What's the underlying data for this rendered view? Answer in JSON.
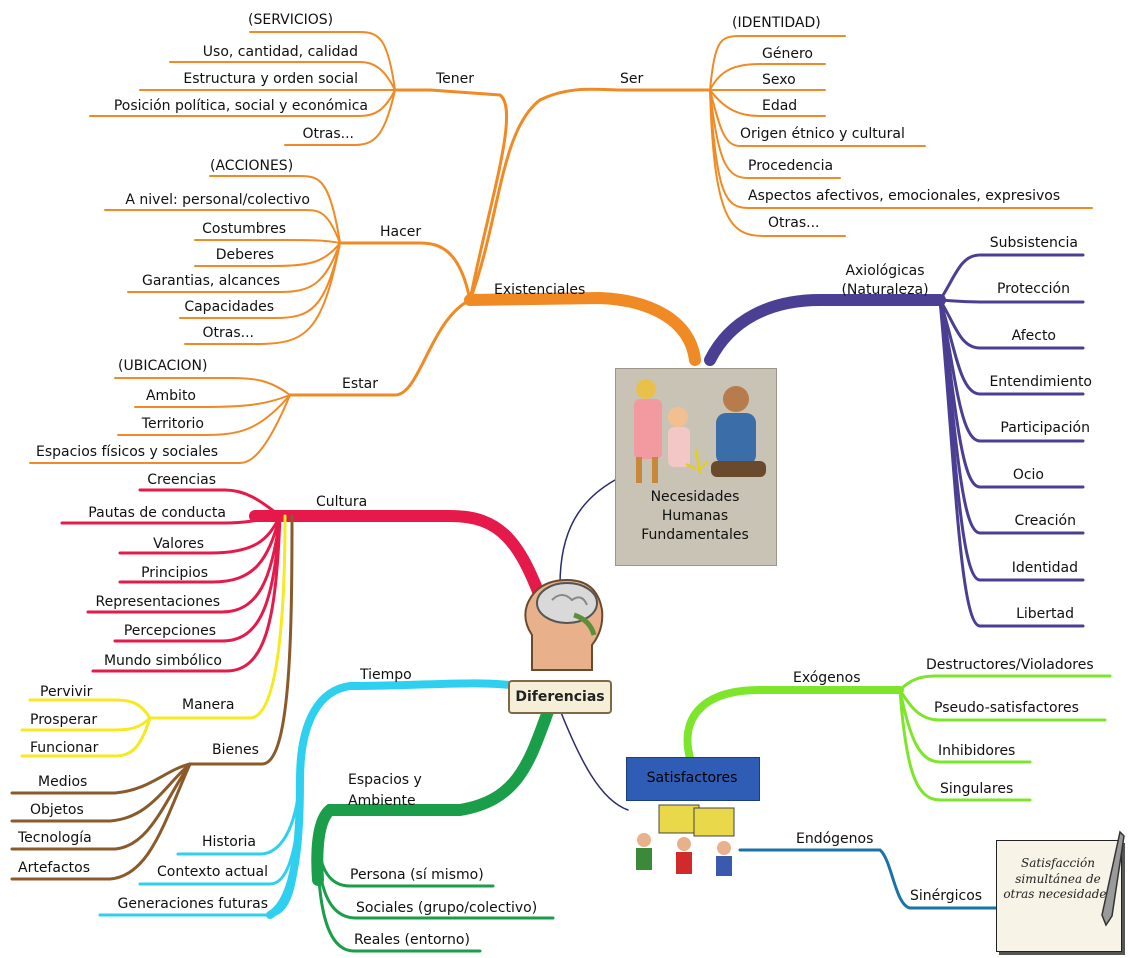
{
  "center": {
    "lines": [
      "Necesidades",
      "Humanas",
      "Fundamentales"
    ]
  },
  "diferencias": "Diferencias",
  "satisfactores": "Satisfactores",
  "note": "Satisfacción simultánea de otras necesidades",
  "existenciales": {
    "label": "Existenciales",
    "ser": {
      "label": "Ser",
      "header": "(IDENTIDAD)",
      "items": [
        "Género",
        "Sexo",
        "Edad",
        "Origen étnico y cultural",
        "Procedencia",
        "Aspectos afectivos, emocionales, expresivos",
        "Otras..."
      ]
    },
    "tener": {
      "label": "Tener",
      "header": "(SERVICIOS)",
      "items": [
        "Uso, cantidad, calidad",
        "Estructura y orden social",
        "Posición política, social y económica",
        "Otras..."
      ]
    },
    "hacer": {
      "label": "Hacer",
      "header": "(ACCIONES)",
      "items": [
        "A nivel: personal/colectivo",
        "Costumbres",
        "Deberes",
        "Garantias, alcances",
        "Capacidades",
        "Otras..."
      ]
    },
    "estar": {
      "label": "Estar",
      "header": "(UBICACION)",
      "items": [
        "Ambito",
        "Territorio",
        "Espacios físicos y sociales"
      ]
    }
  },
  "axiologicas": {
    "label_line1": "Axiológicas",
    "label_line2": "(Naturaleza)",
    "items": [
      "Subsistencia",
      "Protección",
      "Afecto",
      "Entendimiento",
      "Participación",
      "Ocio",
      "Creación",
      "Identidad",
      "Libertad"
    ]
  },
  "cultura": {
    "label": "Cultura",
    "items": [
      "Creencias",
      "Pautas de conducta",
      "Valores",
      "Principios",
      "Representaciones",
      "Percepciones",
      "Mundo simbólico"
    ]
  },
  "manera": {
    "label": "Manera",
    "items": [
      "Pervivir",
      "Prosperar",
      "Funcionar"
    ]
  },
  "bienes": {
    "label": "Bienes",
    "items": [
      "Medios",
      "Objetos",
      "Tecnología",
      "Artefactos"
    ]
  },
  "tiempo": {
    "label": "Tiempo",
    "items": [
      "Historia",
      "Contexto actual",
      "Generaciones futuras"
    ]
  },
  "espacios": {
    "label_line1": "Espacios y",
    "label_line2": "Ambiente",
    "items": [
      "Persona (sí mismo)",
      "Sociales (grupo/colectivo)",
      "Reales (entorno)"
    ]
  },
  "exogenos": {
    "label": "Exógenos",
    "items": [
      "Destructores/Violadores",
      "Pseudo-satisfactores",
      "Inhibidores",
      "Singulares"
    ]
  },
  "endogenos": {
    "label": "Endógenos",
    "child": "Sinérgicos"
  },
  "colors": {
    "existenciales": "#f08a24",
    "axiologicas": "#4b3f93",
    "cultura": "#e5194a",
    "manera": "#f6e91f",
    "bienes": "#8a5a2b",
    "tiempo": "#2fd0ef",
    "espacios": "#1a9e4a",
    "exogenos": "#7de52a",
    "endogenos": "#1b73a5",
    "connector": "#2a2a70"
  }
}
